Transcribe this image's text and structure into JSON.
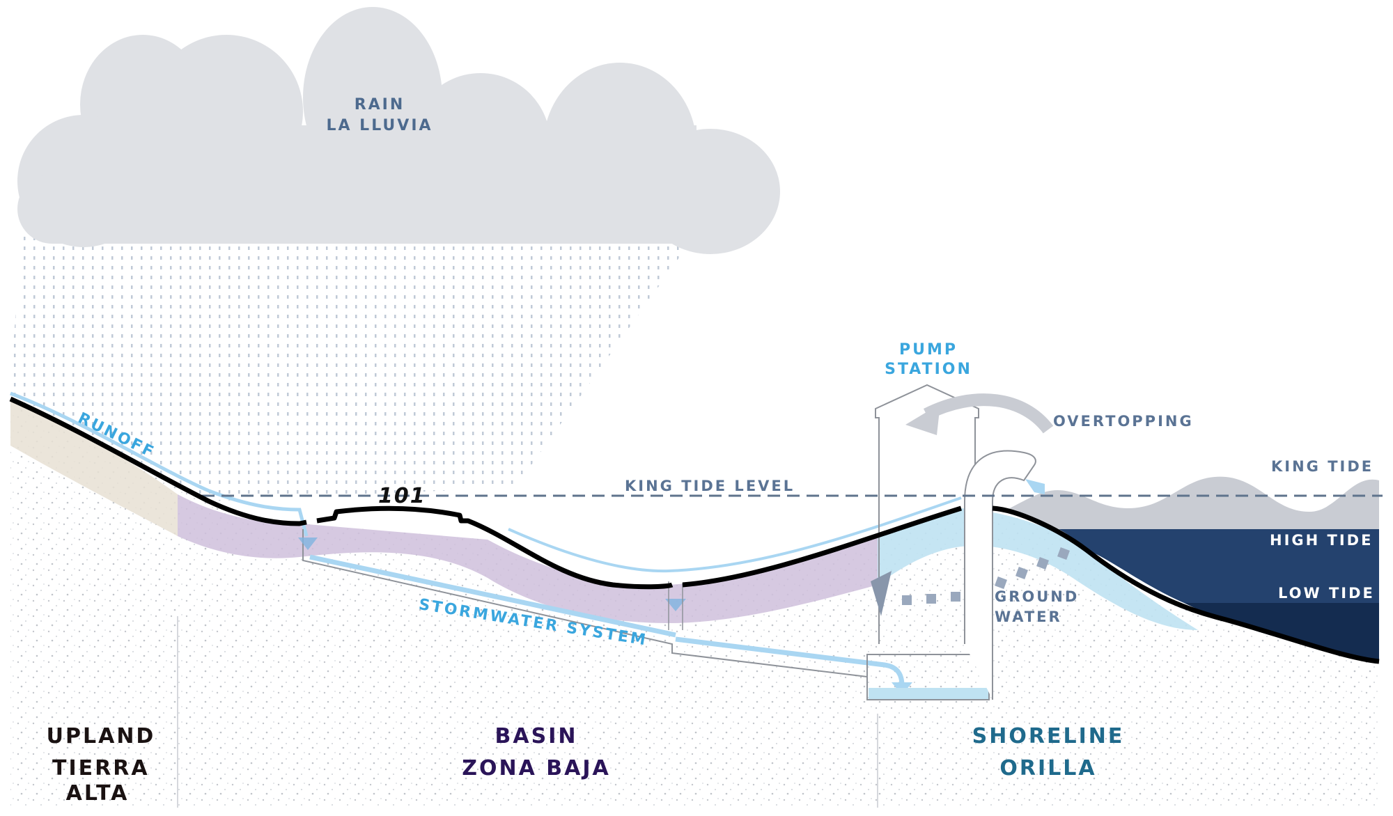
{
  "diagram": {
    "cloud": {
      "line1": "RAIN",
      "line2": "LA LLUVIA"
    },
    "flow_labels": {
      "runoff": "RUNOFF",
      "stormwater": "STORMWATER SYSTEM",
      "pump_line1": "PUMP",
      "pump_line2": "STATION",
      "overtopping": "OVERTOPPING",
      "groundwater_line1": "GROUND",
      "groundwater_line2": "WATER"
    },
    "levels": {
      "king_tide_level": "KING TIDE LEVEL",
      "king_tide": "KING TIDE",
      "high_tide": "HIGH TIDE",
      "low_tide": "LOW TIDE"
    },
    "highway": "101",
    "zones": [
      {
        "name": "UPLAND",
        "translation": "TIERRA ALTA",
        "color": "#1a1212"
      },
      {
        "name": "BASIN",
        "translation": "ZONA BAJA",
        "color": "#2a1458"
      },
      {
        "name": "SHORELINE",
        "translation": "ORILLA",
        "color": "#1f6a8c"
      }
    ],
    "colors": {
      "cloud": "#dfe1e5",
      "rain_dots": "#b9c4d2",
      "upland_soil": "#e8e0d3",
      "basin_soil": "#cfc0dc",
      "shore_soil": "#bfe2f2",
      "water_flow": "#a9d6f2",
      "king_tide": "#c9ccd3",
      "high_tide": "#24426e",
      "low_tide": "#142c50",
      "dashed_line": "#5f738c",
      "ground_line": "#000000"
    }
  }
}
